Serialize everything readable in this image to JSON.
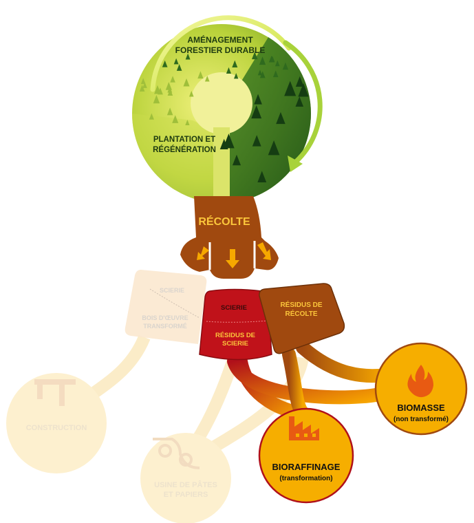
{
  "forest": {
    "line1": "AMÉNAGEMENT",
    "line2": "FORESTIER DURABLE",
    "plant1": "PLANTATION ET",
    "plant2": "RÉGÉNÉRATION"
  },
  "harvest": {
    "label": "RÉCOLTE"
  },
  "faded_sawmill": {
    "top": "SCIERIE",
    "bottom1": "BOIS D'ŒUVRE",
    "bottom2": "TRANSFORMÉ"
  },
  "sawmill": {
    "top": "SCIERIE",
    "bottom1": "RÉSIDUS DE",
    "bottom2": "SCIERIE"
  },
  "harvest_residue": {
    "line1": "RÉSIDUS DE",
    "line2": "RÉCOLTE"
  },
  "construction": {
    "label": "CONSTRUCTION"
  },
  "pulp": {
    "line1": "USINE DE PÂTES",
    "line2": "ET PAPIERS"
  },
  "biorefining": {
    "label": "BIORAFFINAGE",
    "sub": "(transformation)"
  },
  "biomass": {
    "label": "BIOMASSE",
    "sub": "(non transformé)"
  },
  "colors": {
    "green_light": "#c8d83a",
    "green_dark": "#2e6b1e",
    "brown": "#a0490f",
    "red": "#c0121a",
    "orange": "#f5a800",
    "faded": "#fbecc8"
  }
}
